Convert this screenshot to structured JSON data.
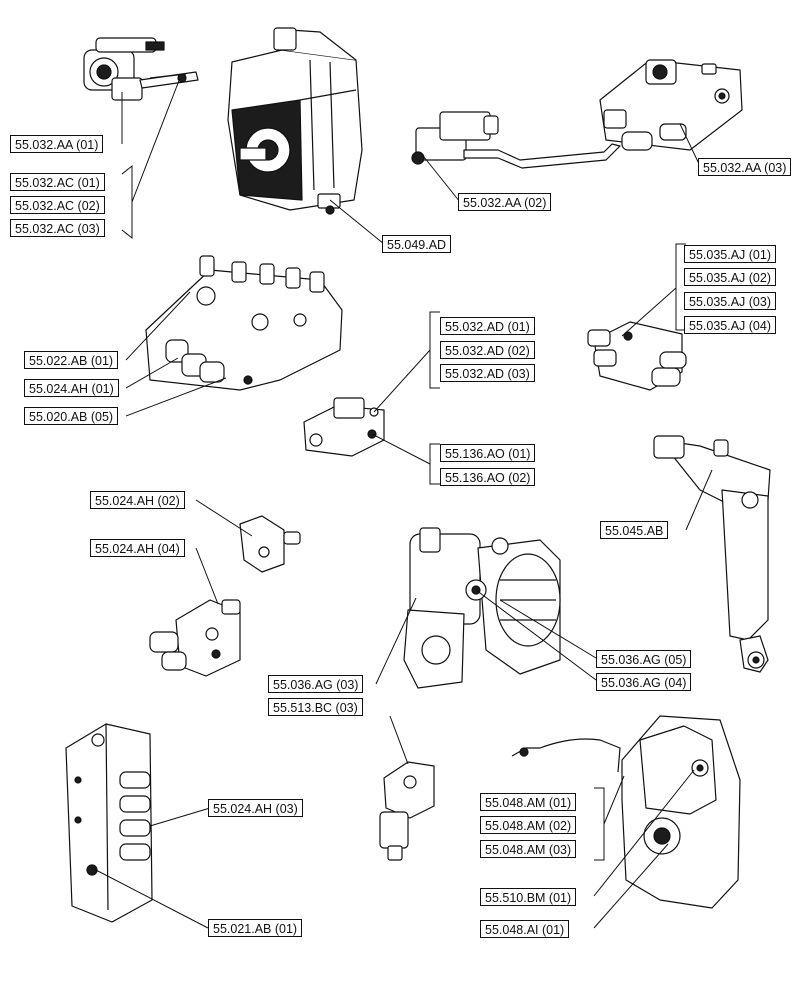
{
  "labels": {
    "l01": "55.032.AA (01)",
    "l02": "55.032.AC (01)",
    "l03": "55.032.AC (02)",
    "l04": "55.032.AC (03)",
    "l05": "55.049.AD",
    "l06": "55.032.AA (02)",
    "l07": "55.032.AA (03)",
    "l08": "55.035.AJ (01)",
    "l09": "55.035.AJ (02)",
    "l10": "55.035.AJ (03)",
    "l11": "55.035.AJ (04)",
    "l12": "55.022.AB (01)",
    "l13": "55.024.AH (01)",
    "l14": "55.020.AB (05)",
    "l15": "55.032.AD (01)",
    "l16": "55.032.AD (02)",
    "l17": "55.032.AD (03)",
    "l18": "55.136.AO (01)",
    "l19": "55.136.AO (02)",
    "l20": "55.045.AB",
    "l21": "55.024.AH (02)",
    "l22": "55.024.AH (04)",
    "l23": "55.036.AG (05)",
    "l24": "55.036.AG (04)",
    "l25": "55.036.AG (03)",
    "l26": "55.513.BC (03)",
    "l27": "55.024.AH (03)",
    "l28": "55.048.AM (01)",
    "l29": "55.048.AM (02)",
    "l30": "55.048.AM (03)",
    "l31": "55.510.BM (01)",
    "l32": "55.048.AI (01)",
    "l33": "55.021.AB (01)"
  }
}
